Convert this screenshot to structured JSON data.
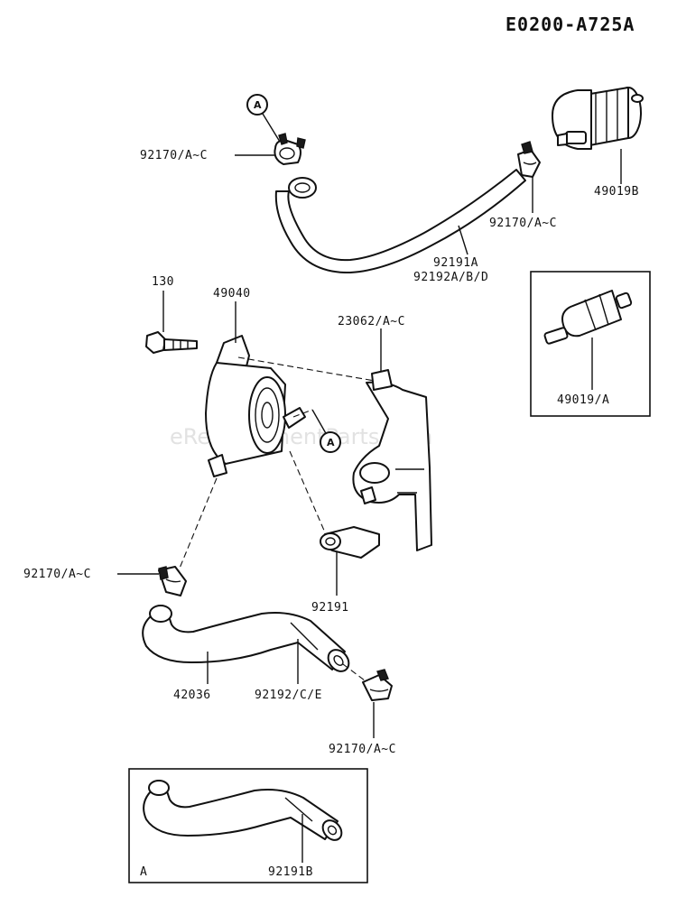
{
  "diagram_code": "E0200-A725A",
  "watermark": "eReplacementParts.com",
  "callout_letter": "A",
  "parts": {
    "clamp_top_left": "92170/A~C",
    "clamp_top_right": "92170/A~C",
    "fuel_filter": "49019B",
    "hose_top_line1": "92191A",
    "hose_top_line2": "92192A/B/D",
    "bolt": "130",
    "fuel_pump": "49040",
    "bracket": "23062/A~C",
    "fuel_filter_alt": "49019/A",
    "clamp_pump": "92170/A~C",
    "cap": "92191",
    "hose_lower": "42036",
    "hose_lower_alt": "92192/C/E",
    "clamp_bottom": "92170/A~C",
    "hose_inset": "92191B"
  },
  "inset_letter": "A"
}
